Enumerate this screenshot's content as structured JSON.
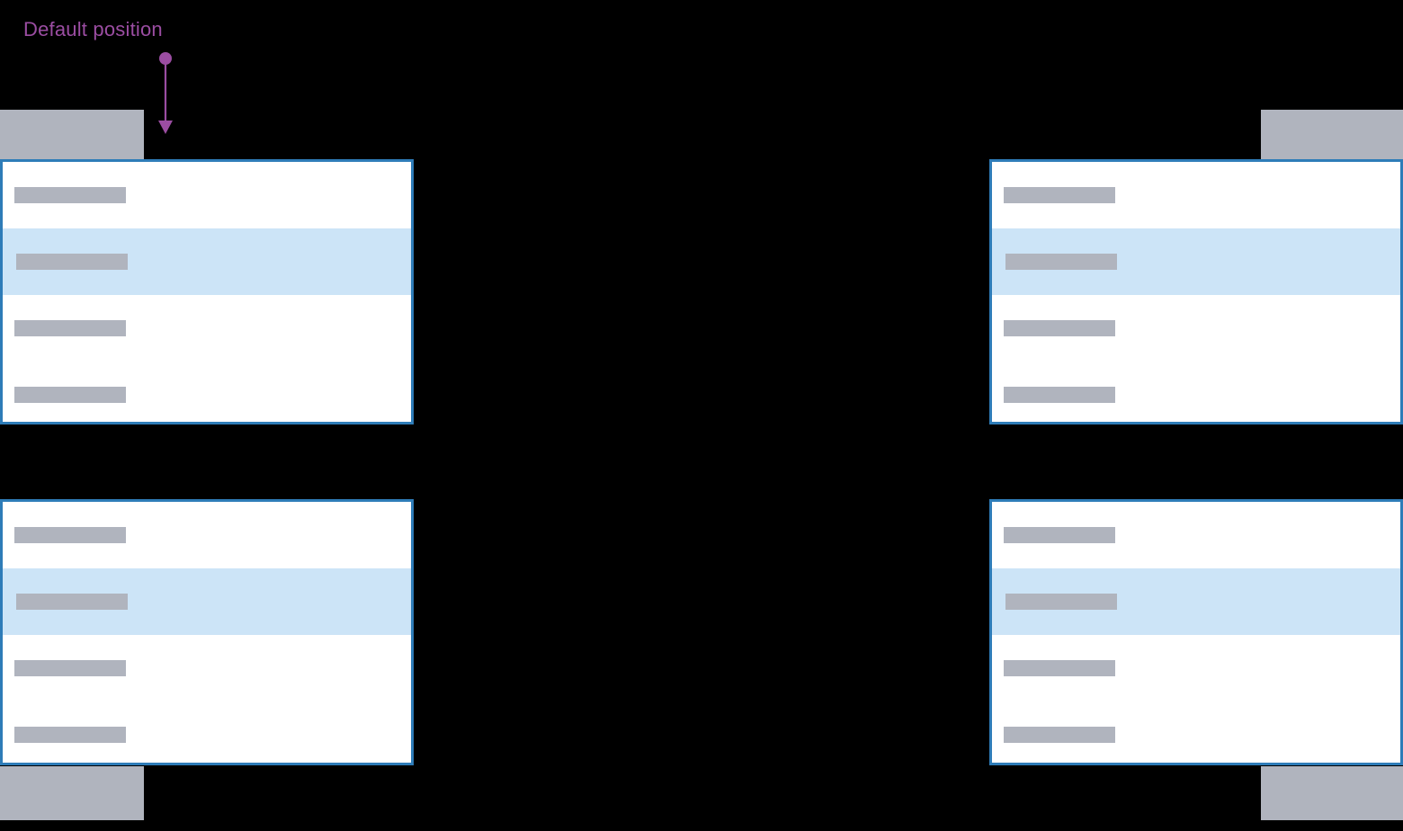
{
  "annotation": {
    "label": "Default position",
    "color": "#9B4DA2",
    "arrow_icon": "arrow-down-icon",
    "dot_icon": "anchor-dot-icon"
  },
  "colors": {
    "background": "#000000",
    "panel_border": "#2E7CB8",
    "panel_background": "#FFFFFF",
    "row_highlight": "#CCE4F7",
    "placeholder_gray": "#B0B4BE",
    "annotation_purple": "#9B4DA2"
  },
  "anchors": [
    {
      "name": "top-left",
      "label": ""
    },
    {
      "name": "top-right",
      "label": ""
    },
    {
      "name": "bottom-left",
      "label": ""
    },
    {
      "name": "bottom-right",
      "label": ""
    }
  ],
  "panels": [
    {
      "position": "top-left",
      "rows": [
        {
          "label": "",
          "highlighted": false
        },
        {
          "label": "",
          "highlighted": true
        },
        {
          "label": "",
          "highlighted": false
        },
        {
          "label": "",
          "highlighted": false
        }
      ]
    },
    {
      "position": "top-right",
      "rows": [
        {
          "label": "",
          "highlighted": false
        },
        {
          "label": "",
          "highlighted": true
        },
        {
          "label": "",
          "highlighted": false
        },
        {
          "label": "",
          "highlighted": false
        }
      ]
    },
    {
      "position": "bottom-left",
      "rows": [
        {
          "label": "",
          "highlighted": false
        },
        {
          "label": "",
          "highlighted": true
        },
        {
          "label": "",
          "highlighted": false
        },
        {
          "label": "",
          "highlighted": false
        }
      ]
    },
    {
      "position": "bottom-right",
      "rows": [
        {
          "label": "",
          "highlighted": false
        },
        {
          "label": "",
          "highlighted": true
        },
        {
          "label": "",
          "highlighted": false
        },
        {
          "label": "",
          "highlighted": false
        }
      ]
    }
  ]
}
